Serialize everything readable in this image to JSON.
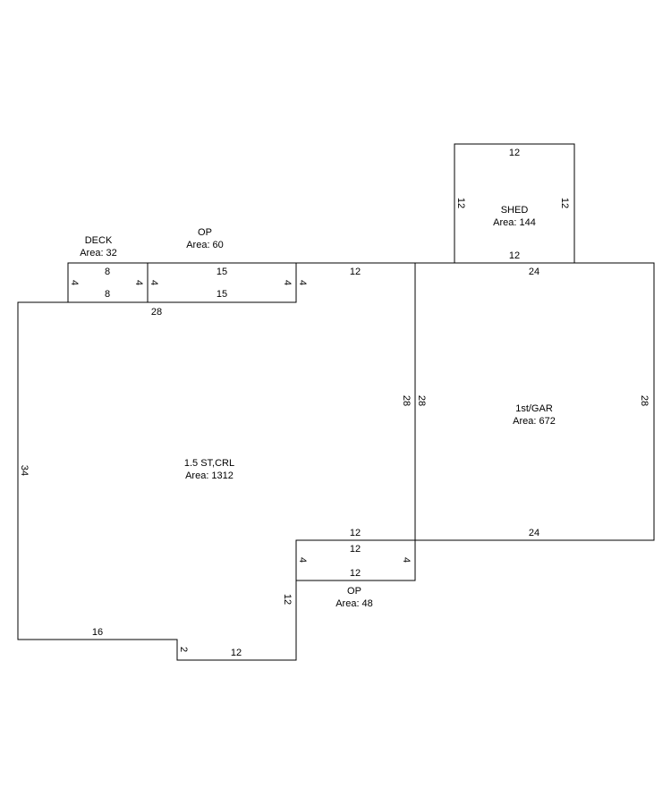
{
  "areas": {
    "deck": {
      "name": "DECK",
      "area": "Area: 32"
    },
    "op_top": {
      "name": "OP",
      "area": "Area: 60"
    },
    "shed": {
      "name": "SHED",
      "area": "Area: 144"
    },
    "main": {
      "name": "1.5 ST,CRL",
      "area": "Area: 1312"
    },
    "garage": {
      "name": "1st/GAR",
      "area": "Area: 672"
    },
    "op_bottom": {
      "name": "OP",
      "area": "Area: 48"
    }
  },
  "dimensions": {
    "deck_top": "8",
    "deck_bottom": "8",
    "deck_left": "4",
    "deck_right": "4",
    "op_top_top": "15",
    "op_top_bottom": "15",
    "op_top_left": "4",
    "op_top_right": "4",
    "main_top_right": "12",
    "main_top_left": "28",
    "main_left": "34",
    "main_right": "28",
    "main_bottom_left": "16",
    "main_step": "2",
    "main_bottom_mid": "12",
    "main_notch_vertical": "12",
    "main_notch_top": "12",
    "shed_top": "12",
    "shed_bottom": "12",
    "shed_left": "12",
    "shed_right": "12",
    "gar_top": "24",
    "gar_bottom": "24",
    "gar_left": "28",
    "gar_right": "28",
    "op_bottom_top": "12",
    "op_bottom_bottom": "12",
    "op_bottom_left": "4",
    "op_bottom_right": "4"
  }
}
